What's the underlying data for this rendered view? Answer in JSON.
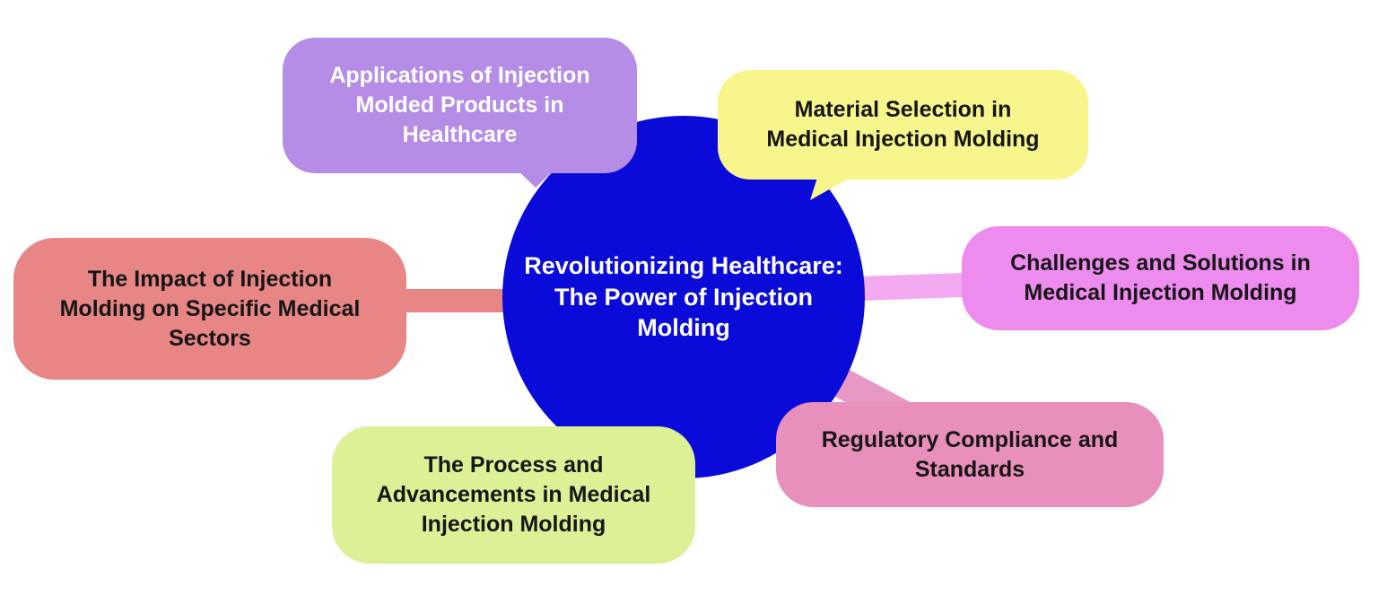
{
  "diagram": {
    "type": "mindmap",
    "background_color": "#FFFFFF",
    "center": {
      "label": "Revolutionizing Healthcare:\nThe Power of Injection\nMolding",
      "color": "#0B0BD9",
      "text_color": "#FFFFFF",
      "shape": "circle"
    },
    "nodes": [
      {
        "id": "applications",
        "label": "Applications of Injection\nMolded Products in\nHealthcare",
        "color": "#B58DE6",
        "text_color": "#FFFFFF",
        "position": "top-left"
      },
      {
        "id": "material",
        "label": "Material Selection in\nMedical Injection Molding",
        "color": "#F6F68C",
        "text_color": "#161616",
        "position": "top-right"
      },
      {
        "id": "impact",
        "label": "The Impact of Injection\nMolding on Specific Medical\nSectors",
        "color": "#E88585",
        "text_color": "#161616",
        "position": "left"
      },
      {
        "id": "challenges",
        "label": "Challenges and Solutions in\nMedical Injection Molding",
        "color": "#EE8BEE",
        "text_color": "#161616",
        "position": "right"
      },
      {
        "id": "process",
        "label": "The Process and\nAdvancements in Medical\nInjection Molding",
        "color": "#DCF096",
        "text_color": "#161616",
        "position": "bottom-left"
      },
      {
        "id": "regulatory",
        "label": "Regulatory Compliance and\nStandards",
        "color": "#E88FBB",
        "text_color": "#161616",
        "position": "bottom-right"
      }
    ],
    "connectors": [
      {
        "from": "center",
        "to": "impact",
        "color": "#E88585"
      },
      {
        "from": "center",
        "to": "challenges",
        "color": "#F2A9EF"
      },
      {
        "from": "center",
        "to": "regulatory",
        "color": "#E898C3"
      }
    ]
  }
}
